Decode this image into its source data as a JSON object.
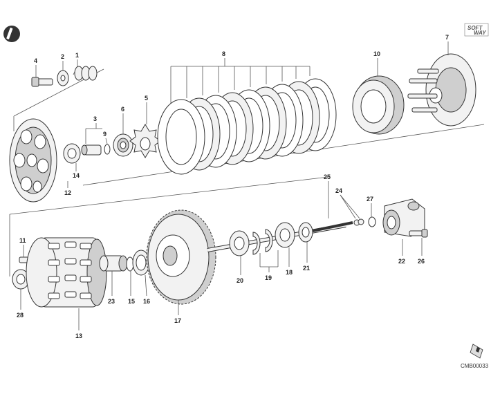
{
  "brand": {
    "line1": "SOFT",
    "line2": "WAY"
  },
  "drawing_code": "CMB00033",
  "colors": {
    "line": "#333333",
    "fill_light": "#f2f2f2",
    "fill_dark": "#cfcfcf",
    "background": "#ffffff"
  },
  "callouts": {
    "n1": "1",
    "n2": "2",
    "n3": "3",
    "n4": "4",
    "n5": "5",
    "n6": "6",
    "n7": "7",
    "n8": "8",
    "n9": "9",
    "n10": "10",
    "n11": "11",
    "n12": "12",
    "n13": "13",
    "n14": "14",
    "n15": "15",
    "n16": "16",
    "n17": "17",
    "n18": "18",
    "n19": "19",
    "n20": "20",
    "n21": "21",
    "n22": "22",
    "n23": "23",
    "n24": "24",
    "n25": "25",
    "n26": "26",
    "n27": "27",
    "n28": "28"
  }
}
